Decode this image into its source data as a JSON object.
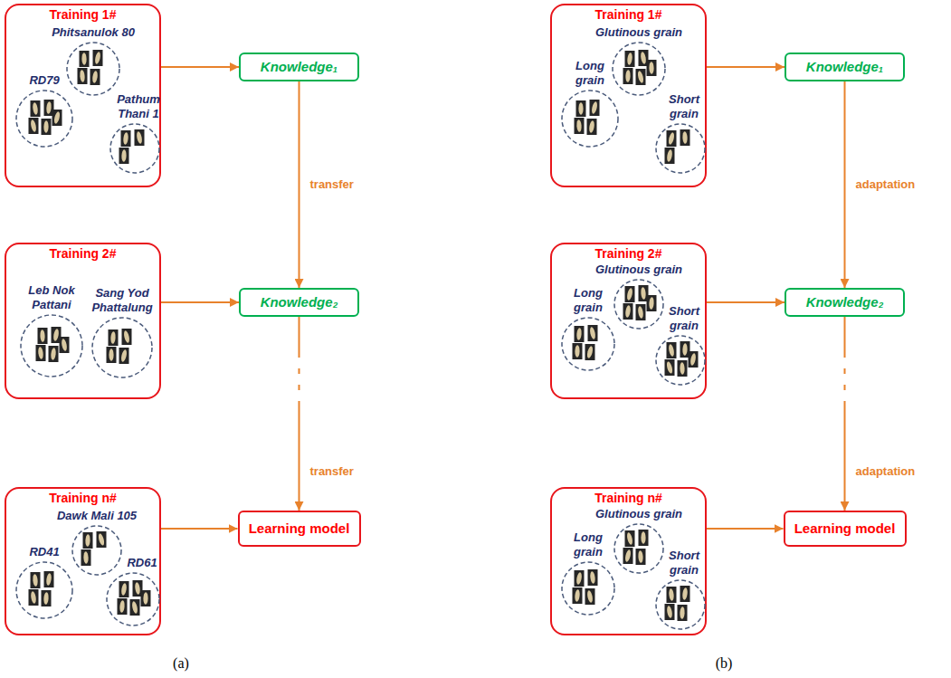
{
  "diagram": {
    "nodes": [
      {
        "text": [
          "Training 1#"
        ]
      },
      {
        "text": [
          "RD79"
        ],
        "in": 0
      },
      {
        "text": [
          "Phitsanulok 80"
        ],
        "in": 0
      },
      {
        "text": [
          "Pathum Thani 1"
        ],
        "in": 0
      },
      {
        "text": [
          "Knowledge₁"
        ]
      },
      {
        "text": [
          "Training 2#"
        ]
      },
      {
        "text": [
          "Leb Nok Pattani"
        ],
        "in": 5
      },
      {
        "text": [
          "Sang Yod Phattalung"
        ],
        "in": 5
      },
      {
        "text": [
          "Knowledge₂"
        ]
      },
      {
        "text": [
          "Training n#"
        ]
      },
      {
        "text": [
          "RD41"
        ],
        "in": 9
      },
      {
        "text": [
          "Dawk Mali 105"
        ],
        "in": 9
      },
      {
        "text": [
          "RD61"
        ],
        "in": 9
      },
      {
        "text": [
          "Learning model"
        ]
      },
      {
        "text": [
          "Training 1#"
        ]
      },
      {
        "text": [
          "Long grain"
        ],
        "in": 14
      },
      {
        "text": [
          "Glutinous grain"
        ],
        "in": 14
      },
      {
        "text": [
          "Short grain"
        ],
        "in": 14
      },
      {
        "text": [
          "Knowledge₁"
        ]
      },
      {
        "text": [
          "Training 2#"
        ]
      },
      {
        "text": [
          "Long grain"
        ],
        "in": 19
      },
      {
        "text": [
          "Glutinous grain"
        ],
        "in": 19
      },
      {
        "text": [
          "Short grain"
        ],
        "in": 19
      },
      {
        "text": [
          "Knowledge₂"
        ]
      },
      {
        "text": [
          "Training n#"
        ]
      },
      {
        "text": [
          "Long grain"
        ],
        "in": 24
      },
      {
        "text": [
          "Glutinous grain"
        ],
        "in": 24
      },
      {
        "text": [
          "Short grain"
        ],
        "in": 24
      },
      {
        "text": [
          "Learning model"
        ]
      }
    ],
    "edges": [
      {
        "from": 0,
        "to": 4,
        "arrow": "to"
      },
      {
        "from": 4,
        "to": 8,
        "label": "transfer",
        "arrow": "to"
      },
      {
        "from": 5,
        "to": 8,
        "arrow": "to"
      },
      {
        "from": 8,
        "to": 13,
        "label": "transfer",
        "arrow": "to"
      },
      {
        "from": 9,
        "to": 13,
        "arrow": "to"
      },
      {
        "from": 14,
        "to": 18,
        "arrow": "to"
      },
      {
        "from": 18,
        "to": 23,
        "label": "adaptation",
        "arrow": "to"
      },
      {
        "from": 19,
        "to": 23,
        "arrow": "to"
      },
      {
        "from": 23,
        "to": 28,
        "label": "adaptation",
        "arrow": "to"
      },
      {
        "from": 24,
        "to": 28,
        "arrow": "to"
      }
    ],
    "labels": [
      "(a)",
      "(b)"
    ]
  }
}
